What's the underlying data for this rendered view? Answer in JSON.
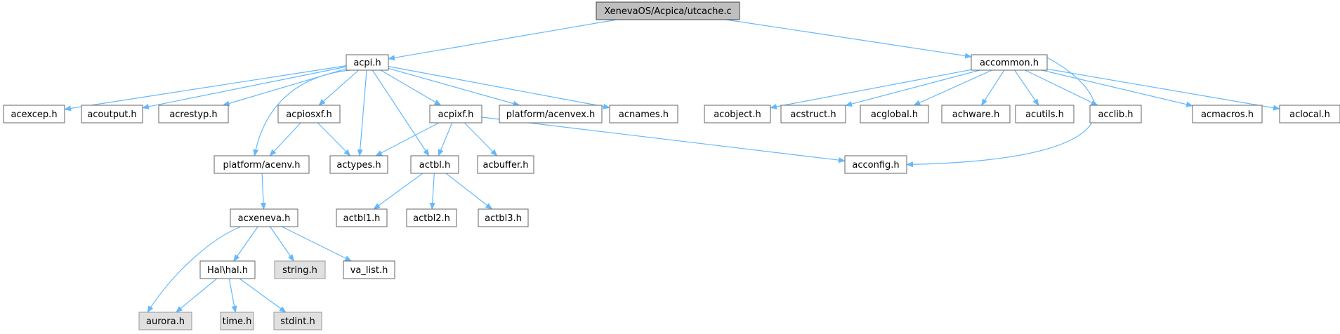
{
  "graph": {
    "title": "",
    "colors": {
      "edge": "#63b8ff",
      "node_border": "#666666",
      "root_fill": "#bfbfbf",
      "root_border": "#404040",
      "node_fill": "#ffffff",
      "system_fill": "#e0e0e0",
      "system_border": "#999999"
    },
    "nodes": [
      {
        "id": "utcache",
        "label": "XenevaOS/Acpica/utcache.c",
        "kind": "root"
      },
      {
        "id": "acpi",
        "label": "acpi.h",
        "kind": "normal"
      },
      {
        "id": "accommon",
        "label": "accommon.h",
        "kind": "normal"
      },
      {
        "id": "acexcep",
        "label": "acexcep.h",
        "kind": "normal"
      },
      {
        "id": "acoutput",
        "label": "acoutput.h",
        "kind": "normal"
      },
      {
        "id": "acrestyp",
        "label": "acrestyp.h",
        "kind": "normal"
      },
      {
        "id": "acpiosxf",
        "label": "acpiosxf.h",
        "kind": "normal"
      },
      {
        "id": "acpixf",
        "label": "acpixf.h",
        "kind": "normal"
      },
      {
        "id": "acenvex",
        "label": "platform/acenvex.h",
        "kind": "normal"
      },
      {
        "id": "acnames",
        "label": "acnames.h",
        "kind": "normal"
      },
      {
        "id": "acobject",
        "label": "acobject.h",
        "kind": "normal"
      },
      {
        "id": "acstruct",
        "label": "acstruct.h",
        "kind": "normal"
      },
      {
        "id": "acglobal",
        "label": "acglobal.h",
        "kind": "normal"
      },
      {
        "id": "achware",
        "label": "achware.h",
        "kind": "normal"
      },
      {
        "id": "acutils",
        "label": "acutils.h",
        "kind": "normal"
      },
      {
        "id": "acclib",
        "label": "acclib.h",
        "kind": "normal"
      },
      {
        "id": "acmacros",
        "label": "acmacros.h",
        "kind": "normal"
      },
      {
        "id": "aclocal",
        "label": "aclocal.h",
        "kind": "normal"
      },
      {
        "id": "acenv",
        "label": "platform/acenv.h",
        "kind": "normal"
      },
      {
        "id": "actypes",
        "label": "actypes.h",
        "kind": "normal"
      },
      {
        "id": "actbl",
        "label": "actbl.h",
        "kind": "normal"
      },
      {
        "id": "acbuffer",
        "label": "acbuffer.h",
        "kind": "normal"
      },
      {
        "id": "acconfig",
        "label": "acconfig.h",
        "kind": "normal"
      },
      {
        "id": "acxeneva",
        "label": "acxeneva.h",
        "kind": "normal"
      },
      {
        "id": "actbl1",
        "label": "actbl1.h",
        "kind": "normal"
      },
      {
        "id": "actbl2",
        "label": "actbl2.h",
        "kind": "normal"
      },
      {
        "id": "actbl3",
        "label": "actbl3.h",
        "kind": "normal"
      },
      {
        "id": "halhal",
        "label": "Hal\\hal.h",
        "kind": "normal"
      },
      {
        "id": "string",
        "label": "string.h",
        "kind": "system"
      },
      {
        "id": "valist",
        "label": "va_list.h",
        "kind": "normal"
      },
      {
        "id": "aurora",
        "label": "aurora.h",
        "kind": "system"
      },
      {
        "id": "time",
        "label": "time.h",
        "kind": "system"
      },
      {
        "id": "stdint",
        "label": "stdint.h",
        "kind": "system"
      }
    ],
    "edges": [
      [
        "utcache",
        "acpi"
      ],
      [
        "utcache",
        "accommon"
      ],
      [
        "acpi",
        "acexcep"
      ],
      [
        "acpi",
        "acoutput"
      ],
      [
        "acpi",
        "acrestyp"
      ],
      [
        "acpi",
        "acenv"
      ],
      [
        "acpi",
        "acpiosxf"
      ],
      [
        "acpi",
        "actypes"
      ],
      [
        "acpi",
        "actbl"
      ],
      [
        "acpi",
        "acpixf"
      ],
      [
        "acpi",
        "acenvex"
      ],
      [
        "acpi",
        "acnames"
      ],
      [
        "accommon",
        "acobject"
      ],
      [
        "accommon",
        "acstruct"
      ],
      [
        "accommon",
        "acglobal"
      ],
      [
        "accommon",
        "achware"
      ],
      [
        "accommon",
        "acutils"
      ],
      [
        "accommon",
        "acclib"
      ],
      [
        "accommon",
        "acmacros"
      ],
      [
        "accommon",
        "aclocal"
      ],
      [
        "accommon",
        "acconfig"
      ],
      [
        "acpiosxf",
        "acenv"
      ],
      [
        "acpiosxf",
        "actypes"
      ],
      [
        "acpixf",
        "actypes"
      ],
      [
        "acpixf",
        "actbl"
      ],
      [
        "acpixf",
        "acbuffer"
      ],
      [
        "acpixf",
        "acconfig"
      ],
      [
        "acenv",
        "acxeneva"
      ],
      [
        "actbl",
        "actbl1"
      ],
      [
        "actbl",
        "actbl2"
      ],
      [
        "actbl",
        "actbl3"
      ],
      [
        "acxeneva",
        "aurora"
      ],
      [
        "acxeneva",
        "halhal"
      ],
      [
        "acxeneva",
        "string"
      ],
      [
        "acxeneva",
        "valist"
      ],
      [
        "halhal",
        "aurora"
      ],
      [
        "halhal",
        "time"
      ],
      [
        "halhal",
        "stdint"
      ]
    ]
  }
}
